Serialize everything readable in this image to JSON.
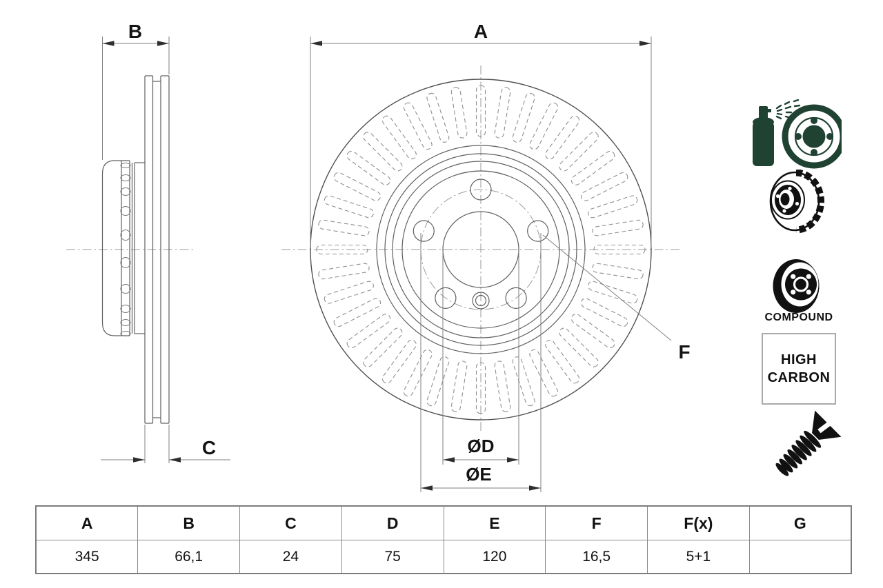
{
  "drawing": {
    "dim_a": "A",
    "dim_b": "B",
    "dim_c": "C",
    "dim_d": "ØD",
    "dim_e": "ØE",
    "dim_f": "F"
  },
  "badges": {
    "compound": "COMPOUND",
    "high_carbon_line1": "HIGH",
    "high_carbon_line2": "CARBON"
  },
  "icons": [
    "coating-spray-icon",
    "vented-disc-icon",
    "compound-disc-icon",
    "high-carbon-badge",
    "countersunk-screw-icon"
  ],
  "spec_table": {
    "headers": [
      "A",
      "B",
      "C",
      "D",
      "E",
      "F",
      "F(x)",
      "G"
    ],
    "values": [
      "345",
      "66,1",
      "24",
      "75",
      "120",
      "16,5",
      "5+1",
      ""
    ]
  },
  "colors": {
    "accent_green": "#1f4233",
    "line_gray": "#5f5f5f",
    "icon_black": "#111111"
  }
}
